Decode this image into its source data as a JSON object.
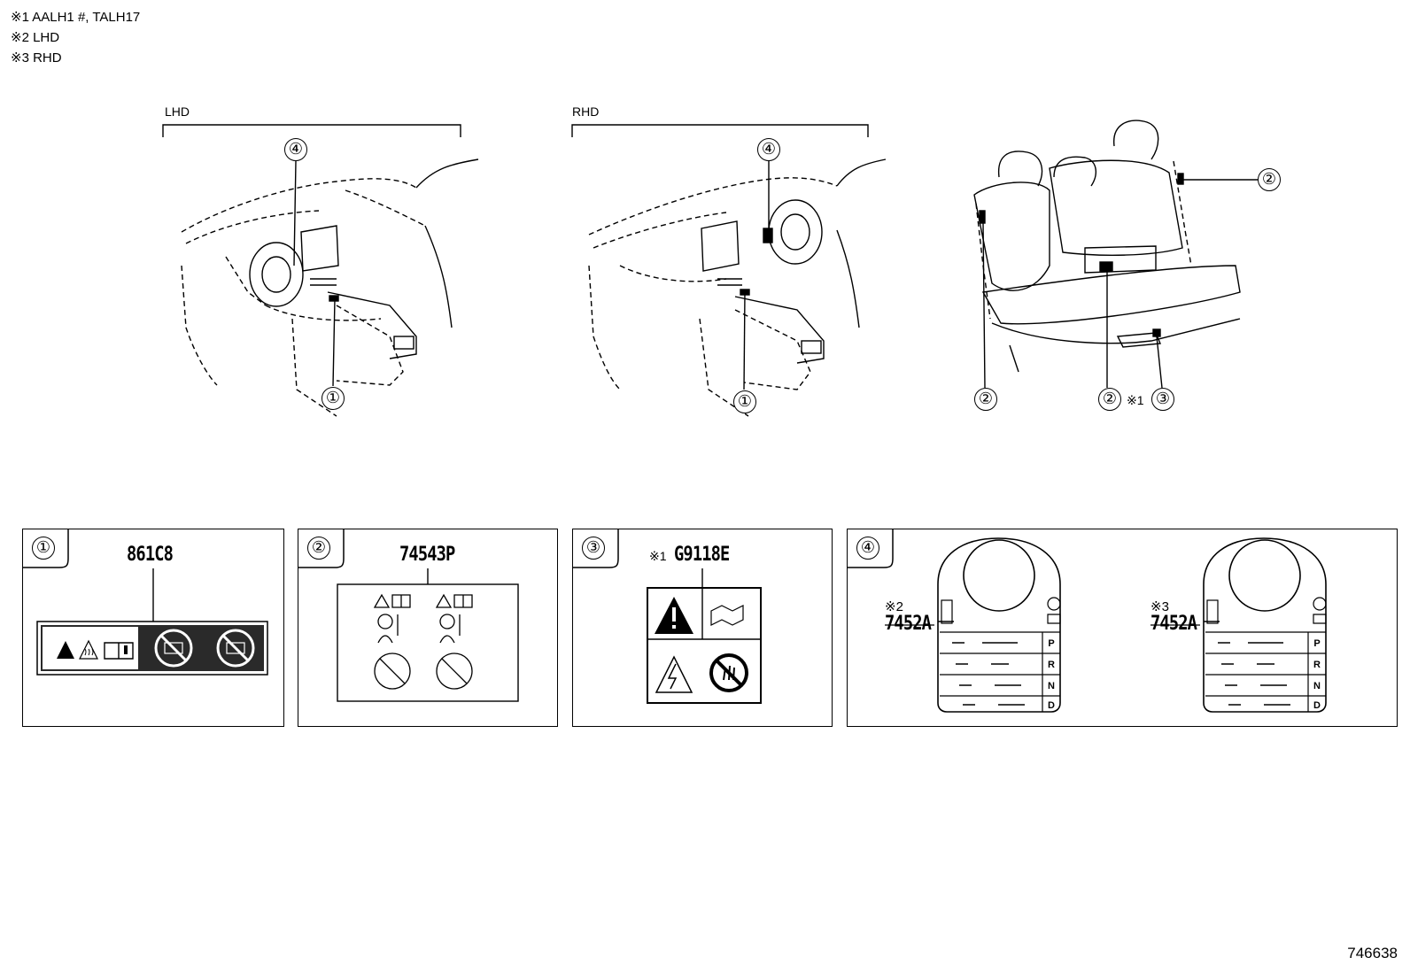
{
  "notes": [
    "※1 AALH1 #, TALH17",
    "※2 LHD",
    "※3 RHD"
  ],
  "views": {
    "lhd": {
      "label": "LHD",
      "callouts": [
        "④",
        "①"
      ]
    },
    "rhd": {
      "label": "RHD",
      "callouts": [
        "④",
        "①"
      ]
    },
    "rear": {
      "callouts": [
        "②",
        "②",
        "②",
        "③"
      ],
      "note_mark": "※1"
    }
  },
  "panels": [
    {
      "callout": "①",
      "part_number": "861C8"
    },
    {
      "callout": "②",
      "part_number": "74543P"
    },
    {
      "callout": "③",
      "part_prefix": "※1",
      "part_number": "G9118E"
    },
    {
      "callout": "④",
      "labels": [
        {
          "mark": "※2",
          "part_number": "7452A"
        },
        {
          "mark": "※3",
          "part_number": "7452A"
        }
      ],
      "gear_letters": [
        "P",
        "R",
        "N",
        "D"
      ]
    }
  ],
  "reference_number": "746638"
}
